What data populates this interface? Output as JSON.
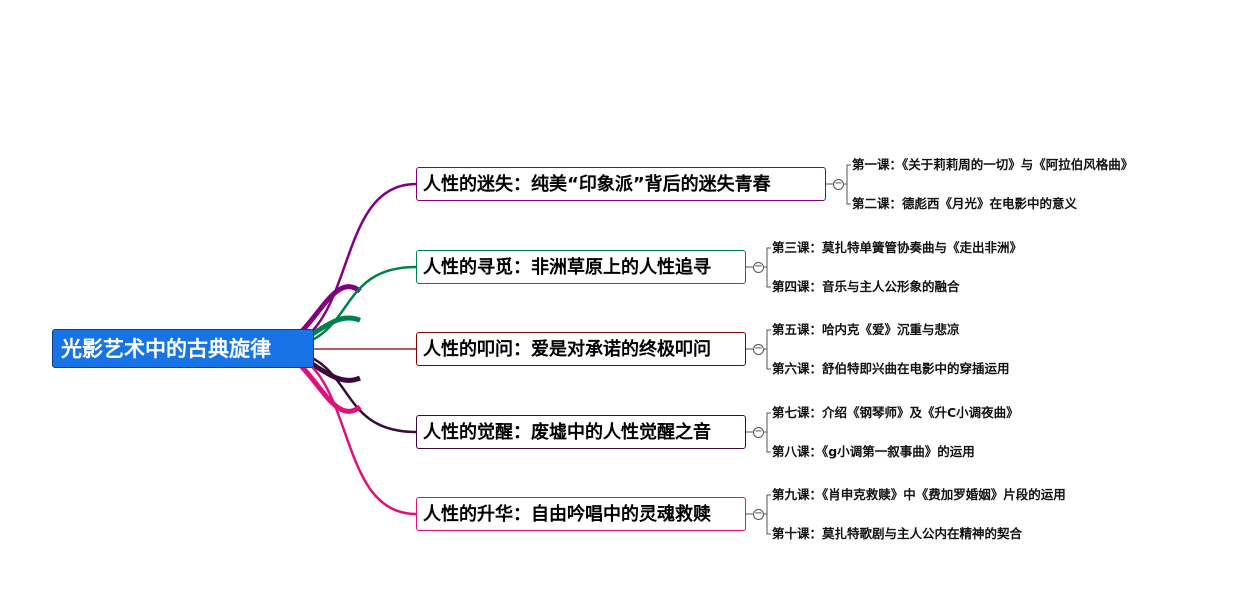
{
  "root": {
    "label": "光影艺术中的古典旋律",
    "color": "#1774e6"
  },
  "branches": [
    {
      "label": "人性的迷失：纯美“印象派”背后的迷失青春",
      "color": "#800080",
      "children": [
        "第一课：《关于莉莉周的一切》与《阿拉伯风格曲》",
        "第二课：德彪西《月光》在电影中的意义"
      ]
    },
    {
      "label": "人性的寻觅：非洲草原上的人性追寻",
      "color": "#00804a",
      "children": [
        "第三课：莫扎特单簧管协奏曲与《走出非洲》",
        "第四课：音乐与主人公形象的融合"
      ]
    },
    {
      "label": "人性的叩问：爱是对承诺的终极叩问",
      "color": "#800000",
      "children": [
        "第五课：哈内克《爱》沉重与悲凉",
        "第六课：舒伯特即兴曲在电影中的穿插运用"
      ]
    },
    {
      "label": "人性的觉醒：废墟中的人性觉醒之音",
      "color": "#3a0a3a",
      "children": [
        "第七课：介绍《钢琴师》及《升C小调夜曲》",
        "第八课：《g小调第一叙事曲》的运用"
      ]
    },
    {
      "label": "人性的升华：自由吟唱中的灵魂救赎",
      "color": "#e0107a",
      "children": [
        "第九课：《肖申克救赎》中《费加罗婚姻》片段的运用",
        "第十课：莫扎特歌剧与主人公内在精神的契合"
      ]
    }
  ],
  "toggle_symbol": "−"
}
